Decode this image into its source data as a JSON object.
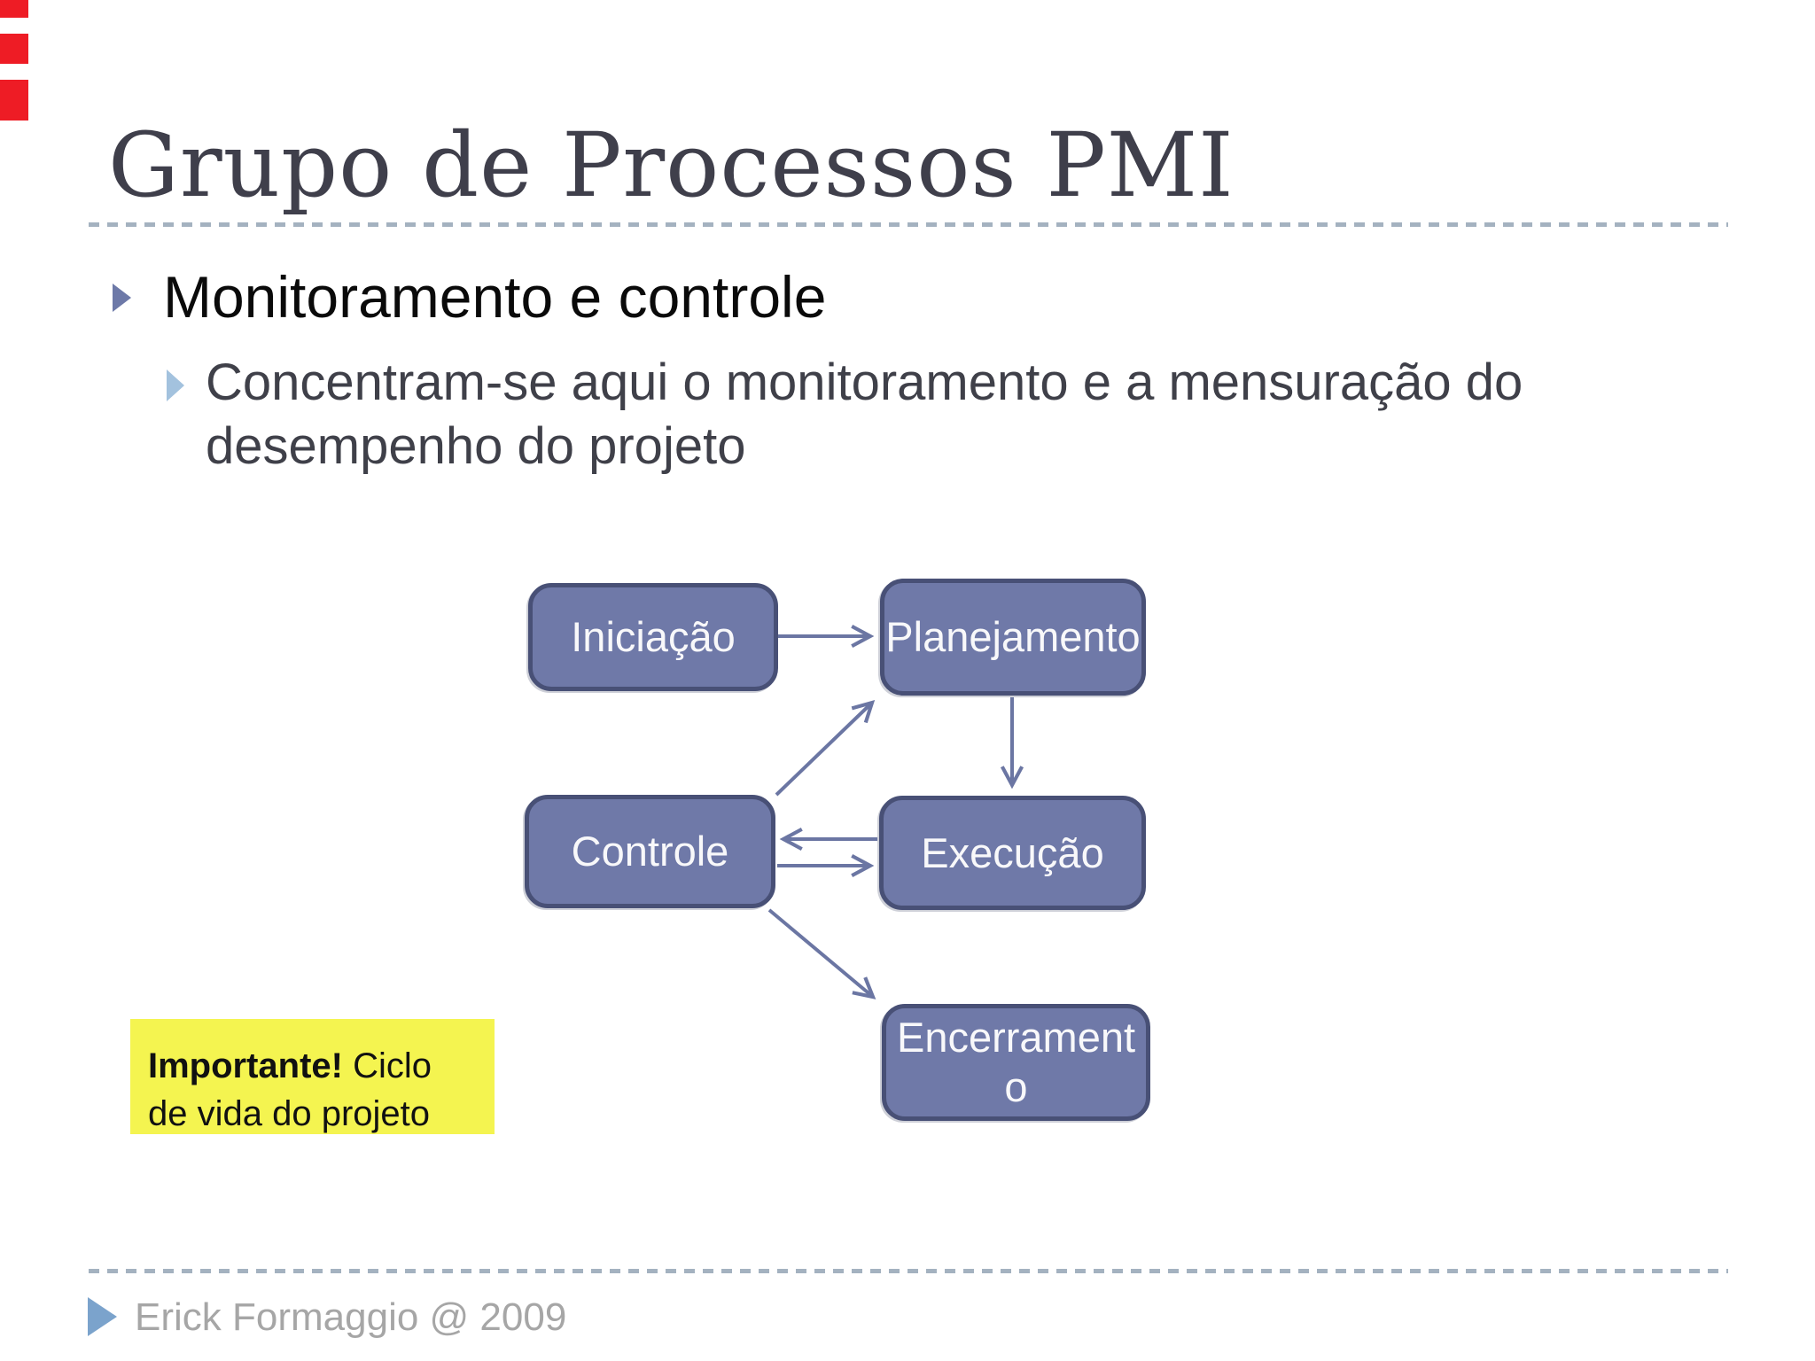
{
  "slide": {
    "title": "Grupo de Processos PMI",
    "bullet": "Monitoramento e controle",
    "sub_bullet": "Concentram-se aqui o monitoramento e a mensuração do desempenho do projeto",
    "footer": "Erick Formaggio @ 2009"
  },
  "diagram": {
    "nodes": [
      {
        "id": "iniciacao",
        "label": "Iniciação"
      },
      {
        "id": "planejamento",
        "label": "Planejamento"
      },
      {
        "id": "controle",
        "label": "Controle"
      },
      {
        "id": "execucao",
        "label": "Execução"
      },
      {
        "id": "encerramento",
        "label": "Encerramento",
        "lines": [
          "Encerrament",
          "o"
        ]
      }
    ],
    "edges": [
      {
        "from": "Iniciação",
        "to": "Planejamento"
      },
      {
        "from": "Planejamento",
        "to": "Execução"
      },
      {
        "from": "Controle",
        "to": "Planejamento"
      },
      {
        "from": "Execução",
        "to": "Controle"
      },
      {
        "from": "Controle",
        "to": "Execução"
      },
      {
        "from": "Controle",
        "to": "Encerramento"
      }
    ]
  },
  "note": {
    "bold": "Importante!",
    "text": " Ciclo de vida do projeto"
  },
  "colors": {
    "box-fill": "#6F79A8",
    "box-border": "#485076",
    "box-text": "#F8F8FA",
    "arrow": "#6B76A3",
    "bullet1": "#6D79A8",
    "bullet2": "#A3C2DE",
    "bullet3": "#7BA3CC",
    "title": "#3F3F4B",
    "rule": "#A4B2C0",
    "note-bg": "#F4F450",
    "red": "#EE1C25",
    "text": "#0A0A0A",
    "subtext": "#3F4049",
    "footer-text": "#A6A6A6"
  }
}
